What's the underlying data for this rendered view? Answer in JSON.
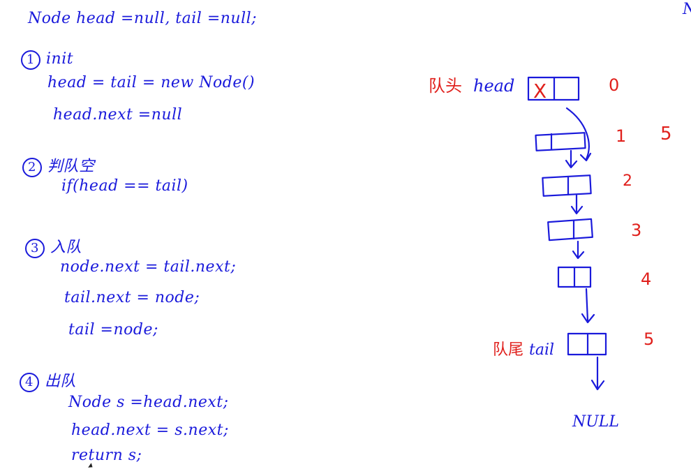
{
  "code": {
    "declaration": "Node head =null, tail =null;",
    "sections": [
      {
        "num": "1",
        "title": "init",
        "lines": [
          "head = tail = new Node()",
          "head.next =null"
        ]
      },
      {
        "num": "2",
        "title": "判队空",
        "lines": [
          "if(head == tail)"
        ]
      },
      {
        "num": "3",
        "title": "入队",
        "lines": [
          "node.next = tail.next;",
          "tail.next = node;",
          "tail =node;"
        ]
      },
      {
        "num": "4",
        "title": "出队",
        "lines": [
          "Node s =head.next;",
          "head.next = s.next;",
          "return s;"
        ]
      }
    ]
  },
  "diagram": {
    "head_label_cn": "队头",
    "head_label": "head",
    "tail_label_cn": "队尾",
    "tail_label": "tail",
    "head_mark": "X",
    "null_label": "NULL",
    "indices": [
      "0",
      "1",
      "2",
      "3",
      "4",
      "5"
    ],
    "count": "5",
    "corner_text": "N"
  },
  "colors": {
    "ink_blue": "#1a1adb",
    "ink_red": "#e0201c"
  }
}
